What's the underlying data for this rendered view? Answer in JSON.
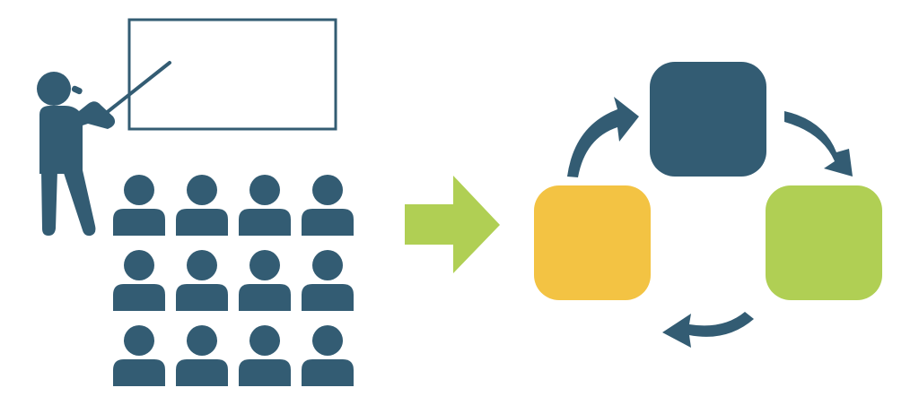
{
  "colors": {
    "background": "#ffffff",
    "navy": "#335c73",
    "green": "#b0cf54",
    "yellow": "#f3c343"
  },
  "icons": {
    "presenter": "teacher-with-pointer-icon",
    "whiteboard": "whiteboard-icon",
    "audience": "person-icon",
    "transition_arrow": "arrow-right-icon",
    "cycle_arrow": "curved-arrow-icon"
  },
  "audience": {
    "rows": 3,
    "columns": 4
  },
  "cycle": {
    "boxes": [
      {
        "name": "cycle-box-top",
        "color": "navy"
      },
      {
        "name": "cycle-box-right",
        "color": "green"
      },
      {
        "name": "cycle-box-left",
        "color": "yellow"
      }
    ]
  }
}
